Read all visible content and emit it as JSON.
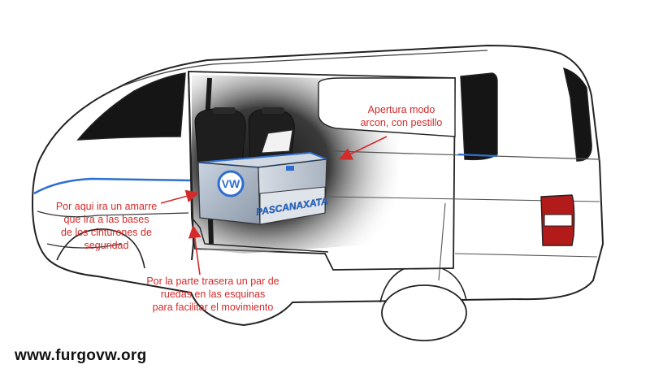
{
  "annotations": {
    "lid": [
      "Apertura modo",
      "arcon, con pestillo"
    ],
    "strap": [
      "Por aqui ira un amarre",
      "que ira a las bases",
      "de los cinturones de",
      "seguridad"
    ],
    "wheels": [
      "Por la parte trasera un par de",
      "ruedas en las esquinas",
      "para facilitar el movimiento"
    ]
  },
  "box_label": "PASCANAXATA",
  "watermark": "www.furgovw.org",
  "colors": {
    "annotation": "#d42a2a",
    "accent_blue": "#2d6fd0",
    "outline": "#222222"
  },
  "icons": [
    "vw-logo-icon"
  ]
}
